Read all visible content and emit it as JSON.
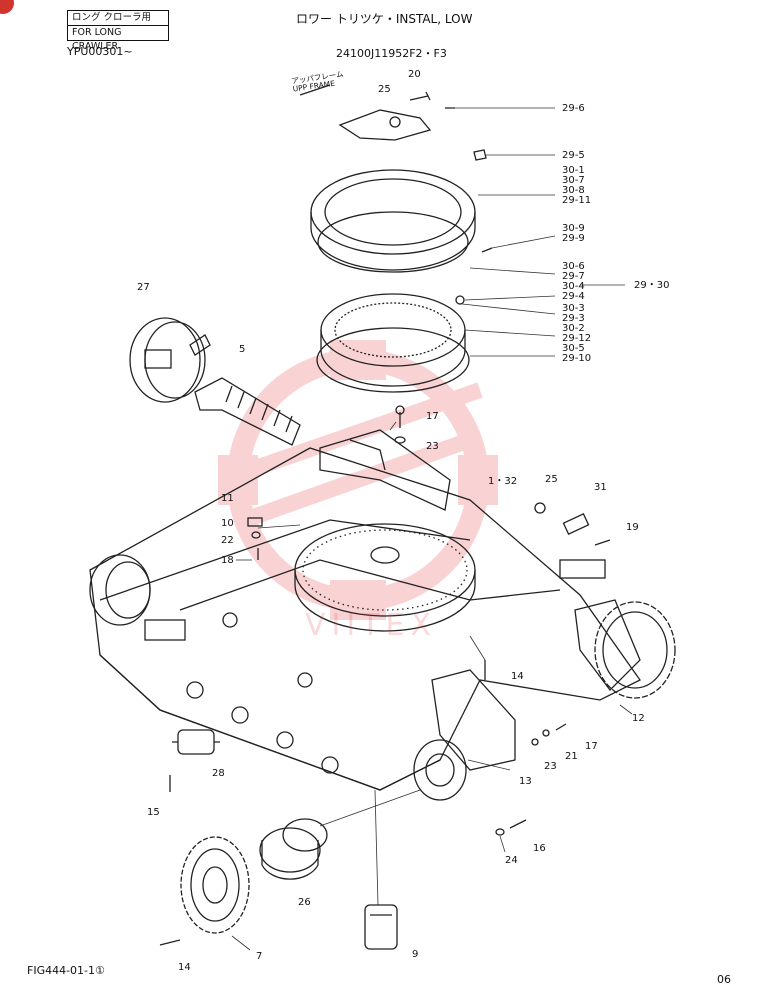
{
  "header": {
    "boxed_label_jp": "ロング クローラ用",
    "boxed_label_en": "FOR LONG CRAWLER",
    "serial": "YPU00301~",
    "title": "ロワー  トリツケ・INSTAL, LOW",
    "part_code": "24100J11952F2・F3"
  },
  "upper_frame_label": "アッパフレーム\nUPP FRAME",
  "callouts_right": [
    {
      "id": "r1",
      "lines": [
        "29-6"
      ]
    },
    {
      "id": "r2",
      "lines": [
        "29-5"
      ]
    },
    {
      "id": "r3",
      "lines": [
        "30-1",
        "30-7",
        "30-8",
        "29-11"
      ]
    },
    {
      "id": "r4",
      "lines": [
        "30-9",
        "29-9"
      ]
    },
    {
      "id": "r5",
      "lines": [
        "30-6",
        "29-7"
      ]
    },
    {
      "id": "r6",
      "lines": [
        "30-4",
        "29-4"
      ]
    },
    {
      "id": "r7",
      "lines": [
        "30-3",
        "29-3"
      ]
    },
    {
      "id": "r8",
      "lines": [
        "30-2",
        "29-12"
      ]
    },
    {
      "id": "r9",
      "lines": [
        "30-5",
        "29-10"
      ]
    }
  ],
  "group_label": "29・30",
  "part_numbers": {
    "p20": "20",
    "p25a": "25",
    "p27": "27",
    "p5": "5",
    "p17a": "17",
    "p23a": "23",
    "p1_32": "1・32",
    "p25b": "25",
    "p31": "31",
    "p19": "19",
    "p11": "11",
    "p10": "10",
    "p22": "22",
    "p18": "18",
    "p14a": "14",
    "p12": "12",
    "p21": "21",
    "p17b": "17",
    "p23b": "23",
    "p13": "13",
    "p28": "28",
    "p15": "15",
    "p24": "24",
    "p16": "16",
    "p26": "26",
    "p9": "9",
    "p7": "7",
    "p14b": "14"
  },
  "footer": {
    "fig_label": "FIG444-01-1①",
    "page": "06"
  },
  "watermark": {
    "text": "VIITEX",
    "color": "#e8353a"
  }
}
